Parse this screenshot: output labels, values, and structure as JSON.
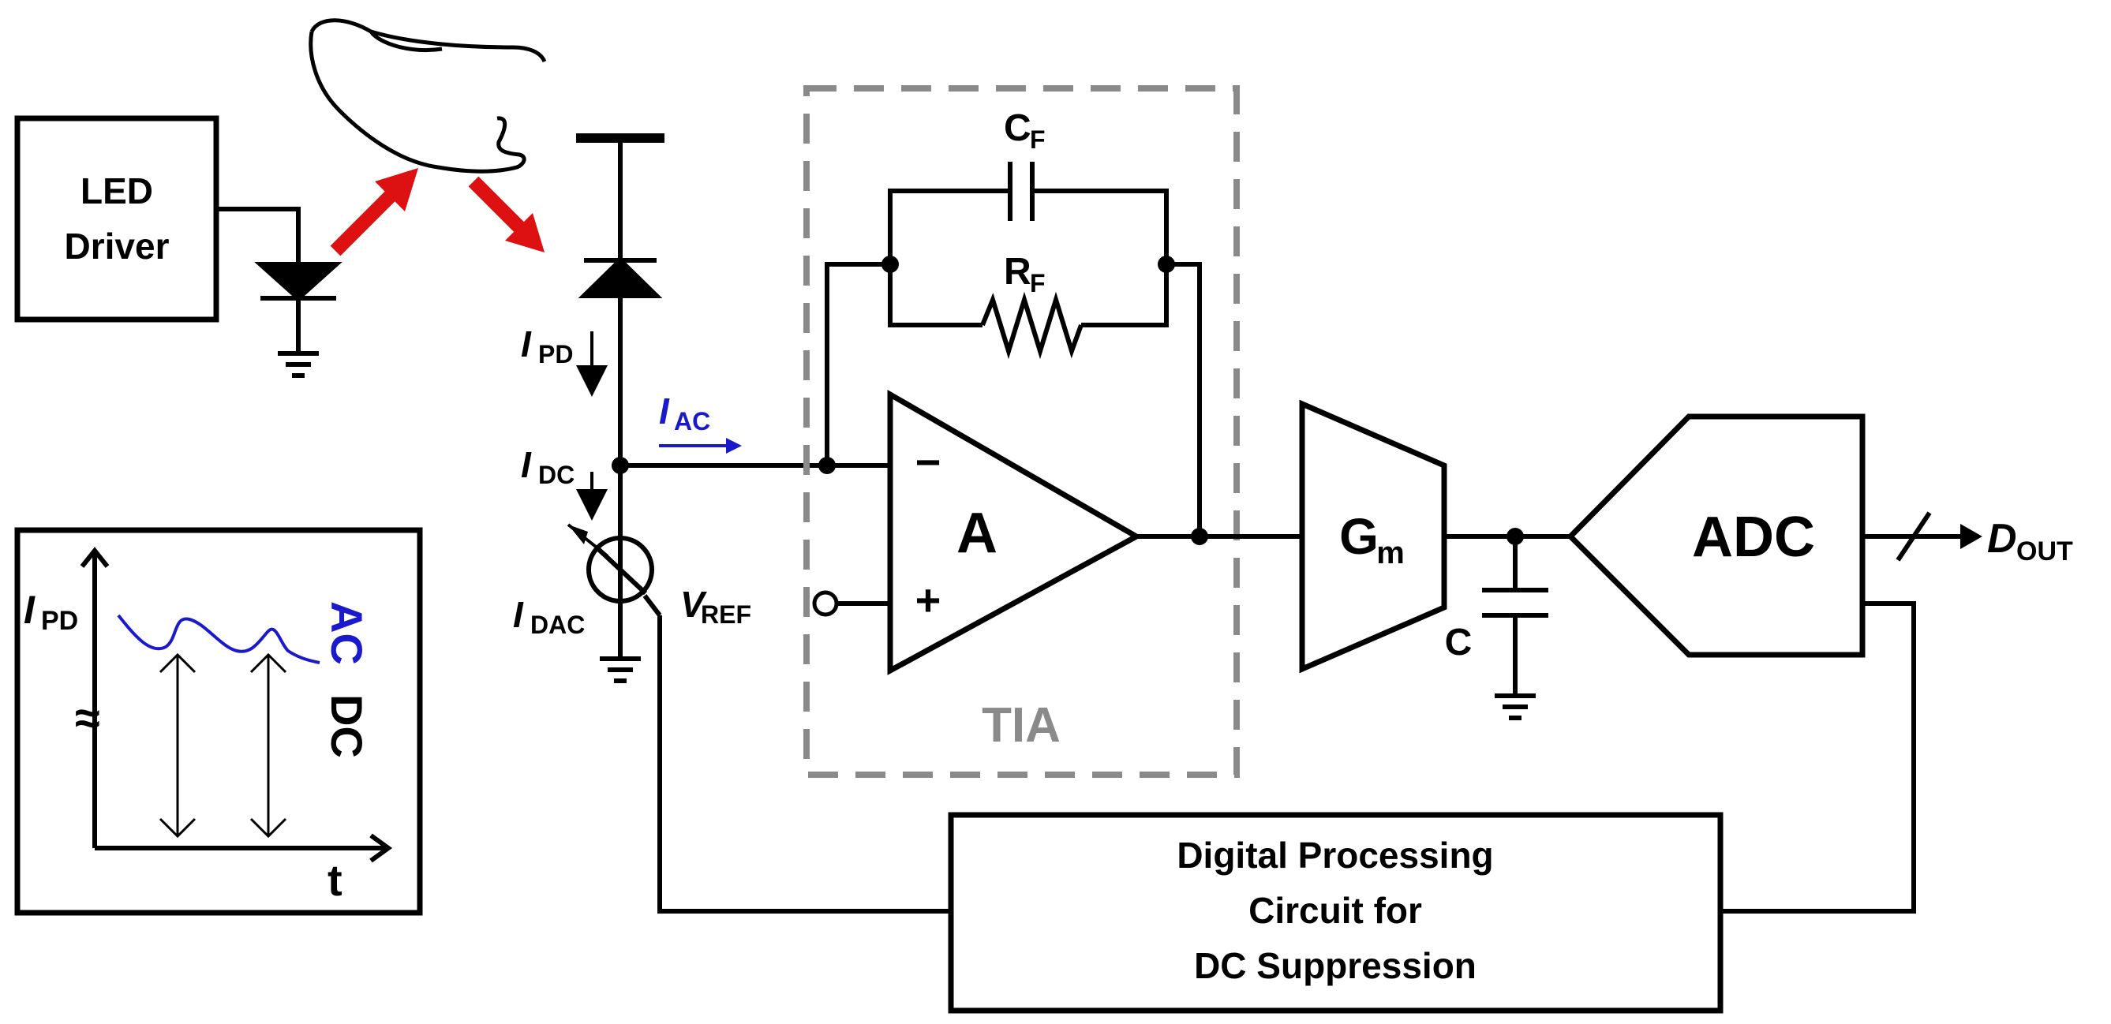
{
  "blocks": {
    "led_driver": [
      "LED",
      "Driver"
    ],
    "amp_label": "A",
    "tia_label": "TIA",
    "gm": {
      "main": "G",
      "sub": "m"
    },
    "adc_label": "ADC",
    "digital_processing": [
      "Digital Processing",
      "Circuit for",
      "DC Suppression"
    ]
  },
  "signals": {
    "cf": {
      "main": "C",
      "sub": "F"
    },
    "rf": {
      "main": "R",
      "sub": "F"
    },
    "ipd": {
      "main": "I",
      "sub": "PD"
    },
    "idc": {
      "main": "I",
      "sub": "DC"
    },
    "idac": {
      "main": "I",
      "sub": "DAC"
    },
    "iac": {
      "main": "I",
      "sub": "AC"
    },
    "vref": {
      "main": "V",
      "sub": "REF"
    },
    "dout": {
      "main": "D",
      "sub": "OUT"
    },
    "cap_c": "C",
    "minus": "−",
    "plus": "+"
  },
  "inset": {
    "ylabel": {
      "main": "I",
      "sub": "PD"
    },
    "xlabel": "t",
    "approx": "≈",
    "ac_label": "AC",
    "dc_label": "DC"
  },
  "colors": {
    "line": "#000000",
    "light_arrow": "#dd1111",
    "ac_signal": "#1a1acc",
    "tia_border": "#8a8a8a"
  }
}
